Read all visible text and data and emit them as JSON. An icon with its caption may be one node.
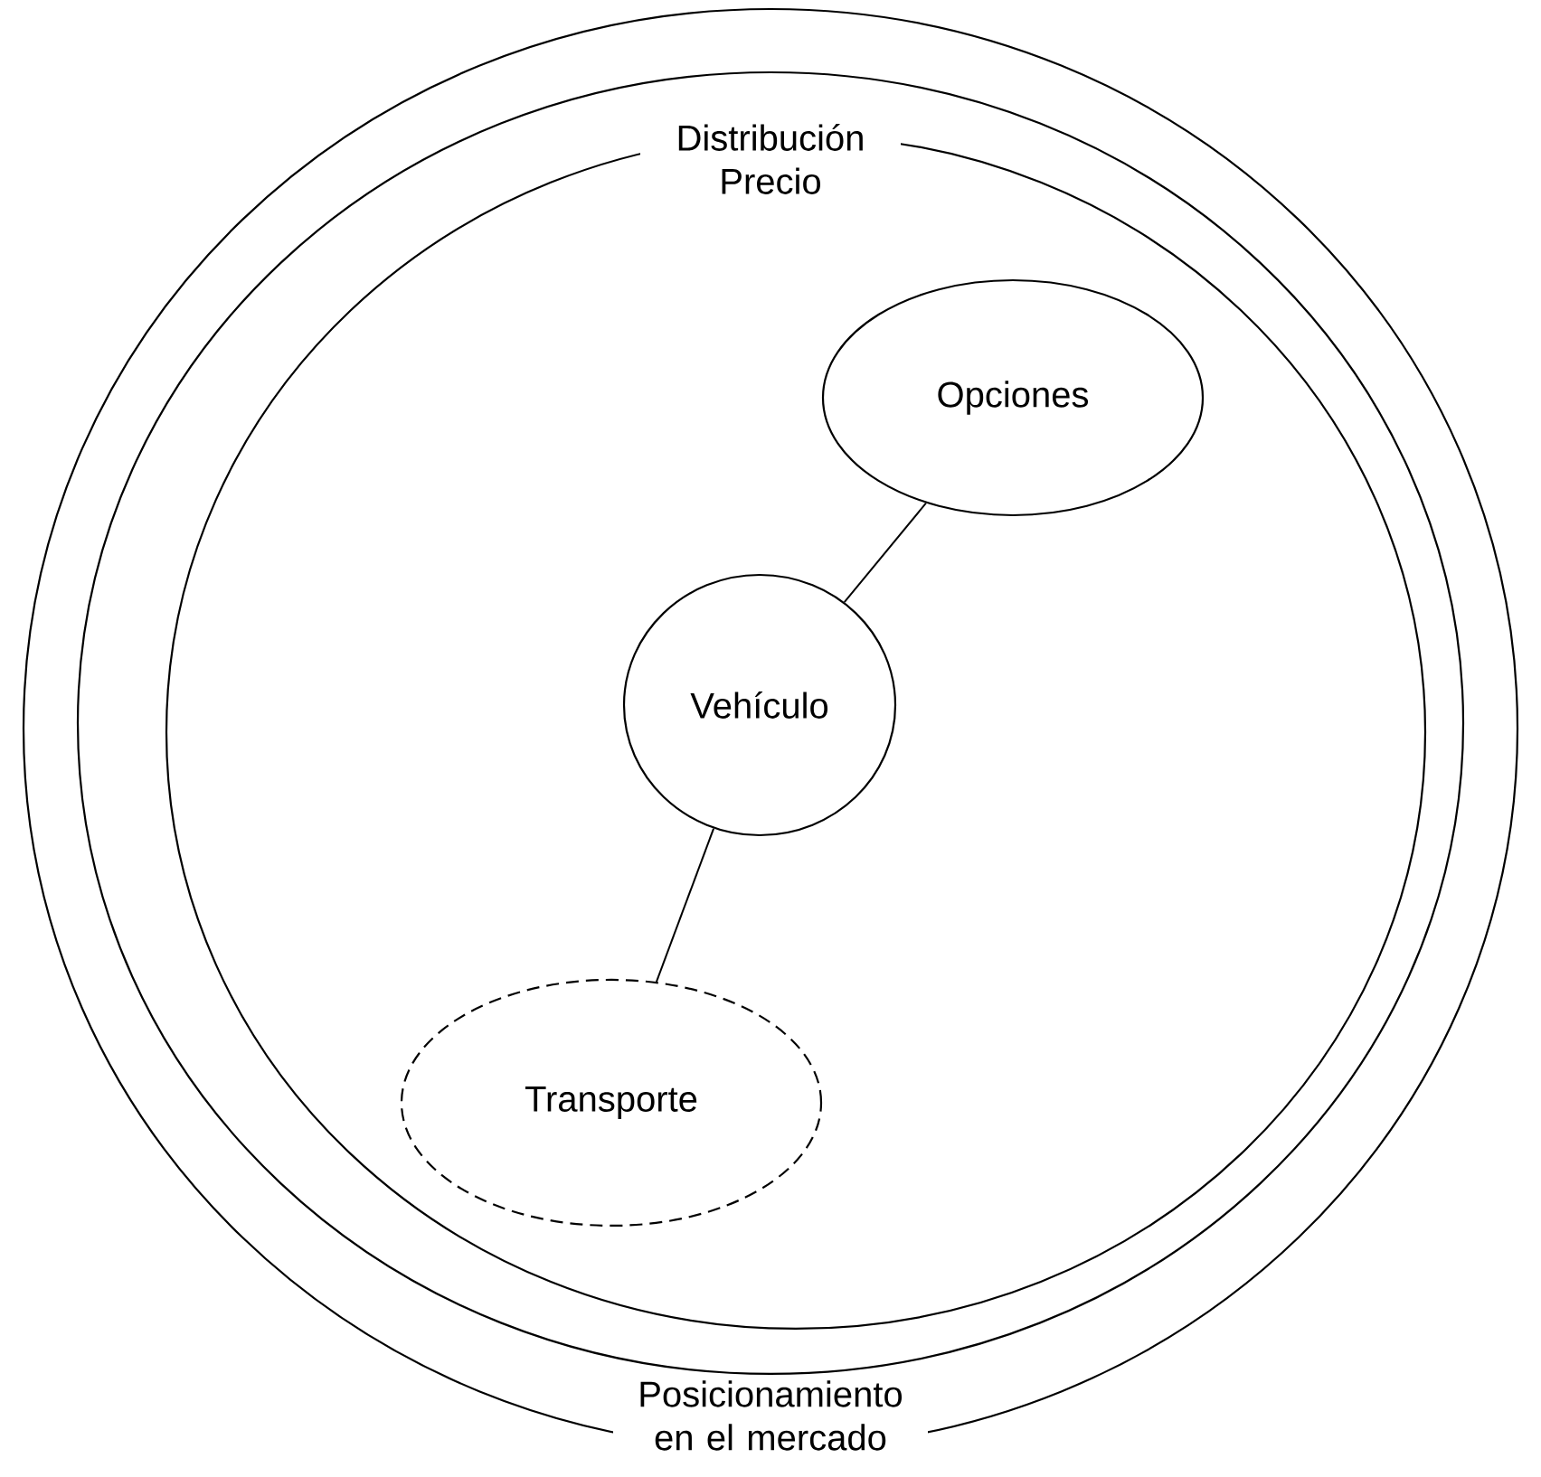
{
  "diagram": {
    "nodes": [
      {
        "text": [
          "Posicionamiento en el mercado"
        ]
      },
      {
        "text": [],
        "shape": "circle",
        "in": 0
      },
      {
        "text": [
          "Distribución Precio"
        ],
        "in": 1
      },
      {
        "text": [
          "Opciones"
        ],
        "in": 2
      },
      {
        "text": [
          "Vehículo"
        ],
        "in": 2
      },
      {
        "text": [
          "Transporte"
        ],
        "in": 2
      }
    ],
    "edges": [
      {
        "from": 3,
        "to": 4,
        "arrow": "none"
      },
      {
        "from": 4,
        "to": 5,
        "arrow": "none"
      }
    ]
  }
}
